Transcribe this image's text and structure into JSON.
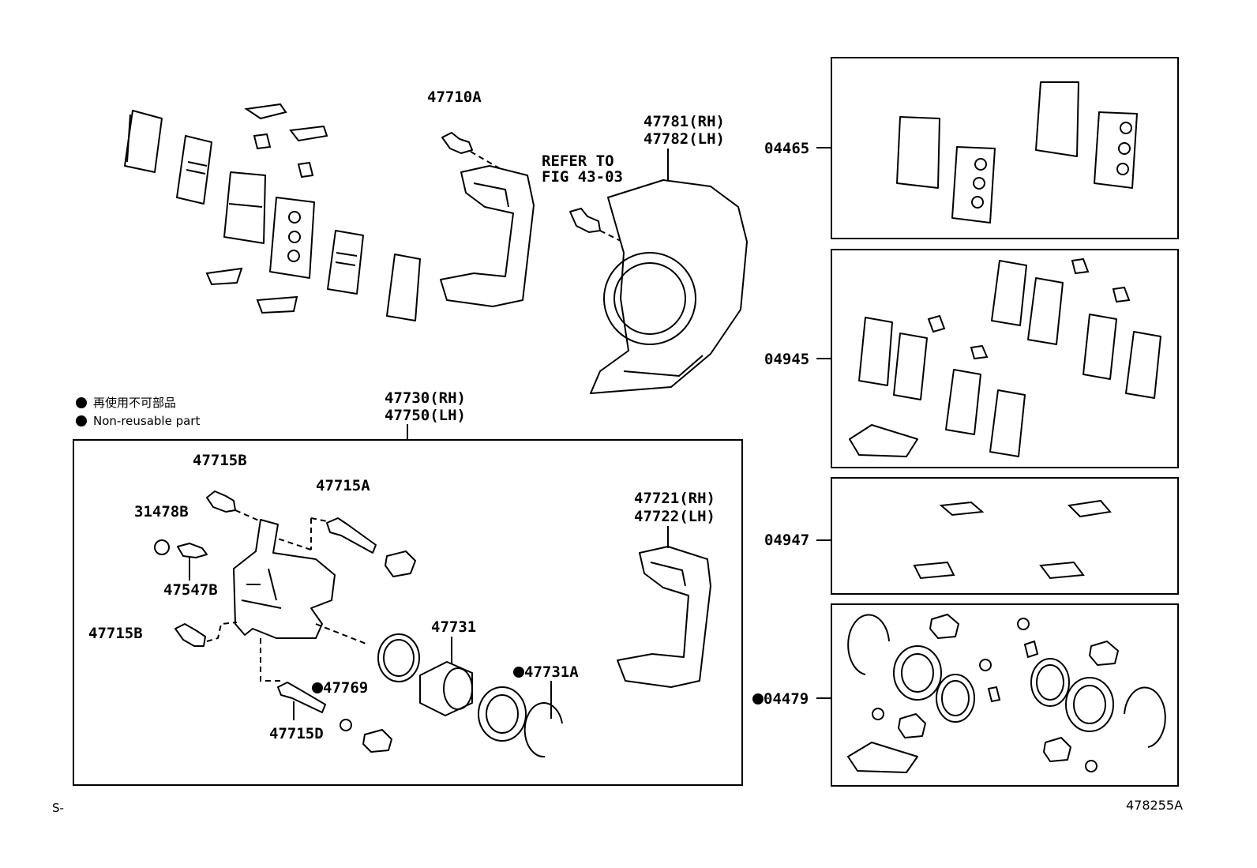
{
  "legend": {
    "jp": "再使用不可部品",
    "en": "Non-reusable part"
  },
  "labels": {
    "p47710A": "47710A",
    "refer_line1": "REFER TO",
    "refer_line2": "FIG 43-03",
    "p47781": "47781(RH)",
    "p47782": "47782(LH)",
    "p47730": "47730(RH)",
    "p47750": "47750(LH)",
    "p47715B_top": "47715B",
    "p47715A": "47715A",
    "p31478B": "31478B",
    "p47547B": "47547B",
    "p47715B_left": "47715B",
    "p47731": "47731",
    "p47731A": "47731A",
    "p47769": "47769",
    "p47715D": "47715D",
    "p47721": "47721(RH)",
    "p47722": "47722(LH)",
    "k04465": "04465",
    "k04945": "04945",
    "k04947": "04947",
    "k04479": "04479"
  },
  "footer": {
    "left": "S-",
    "figure_id": "478255A"
  }
}
